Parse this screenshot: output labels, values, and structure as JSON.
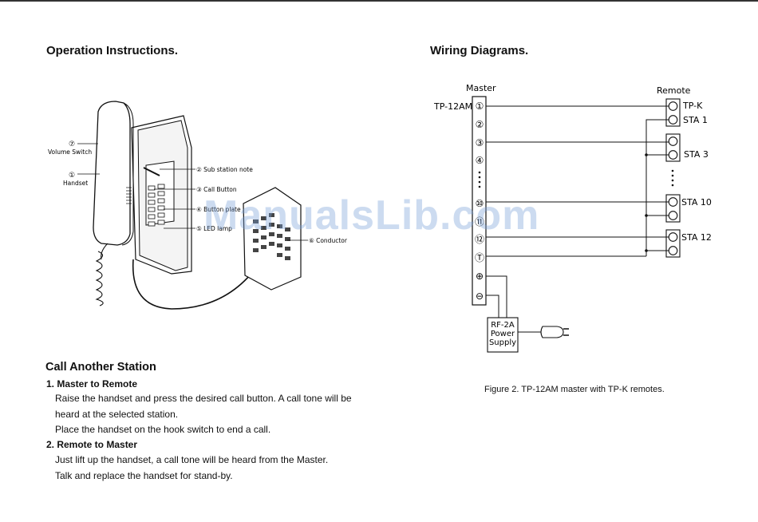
{
  "left": {
    "title": "Operation Instructions.",
    "labels": {
      "volume_num": "⑦",
      "volume": "Volume Switch",
      "handset_num": "①",
      "handset": "Handset",
      "sub_station": "② Sub station note",
      "call_button": "③ Call Button",
      "button_plate": "④ Button plate",
      "led_lamp": "⑤ LED lamp",
      "conductor": "⑥ Conductor"
    },
    "call_title": "Call Another Station",
    "m2r_title": "1. Master to Remote",
    "m2r_lines": [
      "Raise the handset and press the desired call button. A call tone will be",
      "heard at the selected station.",
      "Place the handset on the hook switch to end a call."
    ],
    "r2m_title": "2. Remote to Master",
    "r2m_lines": [
      "Just lift up the handset, a call tone will be heard from the Master.",
      "Talk and replace the handset for stand-by."
    ]
  },
  "right": {
    "title": "Wiring Diagrams.",
    "master_label": "Master",
    "remote_label": "Remote",
    "model": "TP-12AM",
    "terminals": [
      "①",
      "②",
      "③",
      "④",
      "⑩",
      "⑪",
      "⑫",
      "Ⓣ",
      "⊕",
      "⊖"
    ],
    "stations": [
      "TP-K",
      "STA 1",
      "STA 3",
      "STA 10",
      "STA 12"
    ],
    "power_supply": [
      "RF-2A",
      "Power",
      "Supply"
    ],
    "caption": "Figure 2. TP-12AM master with TP-K remotes."
  },
  "watermark": "ManualsLib.com"
}
